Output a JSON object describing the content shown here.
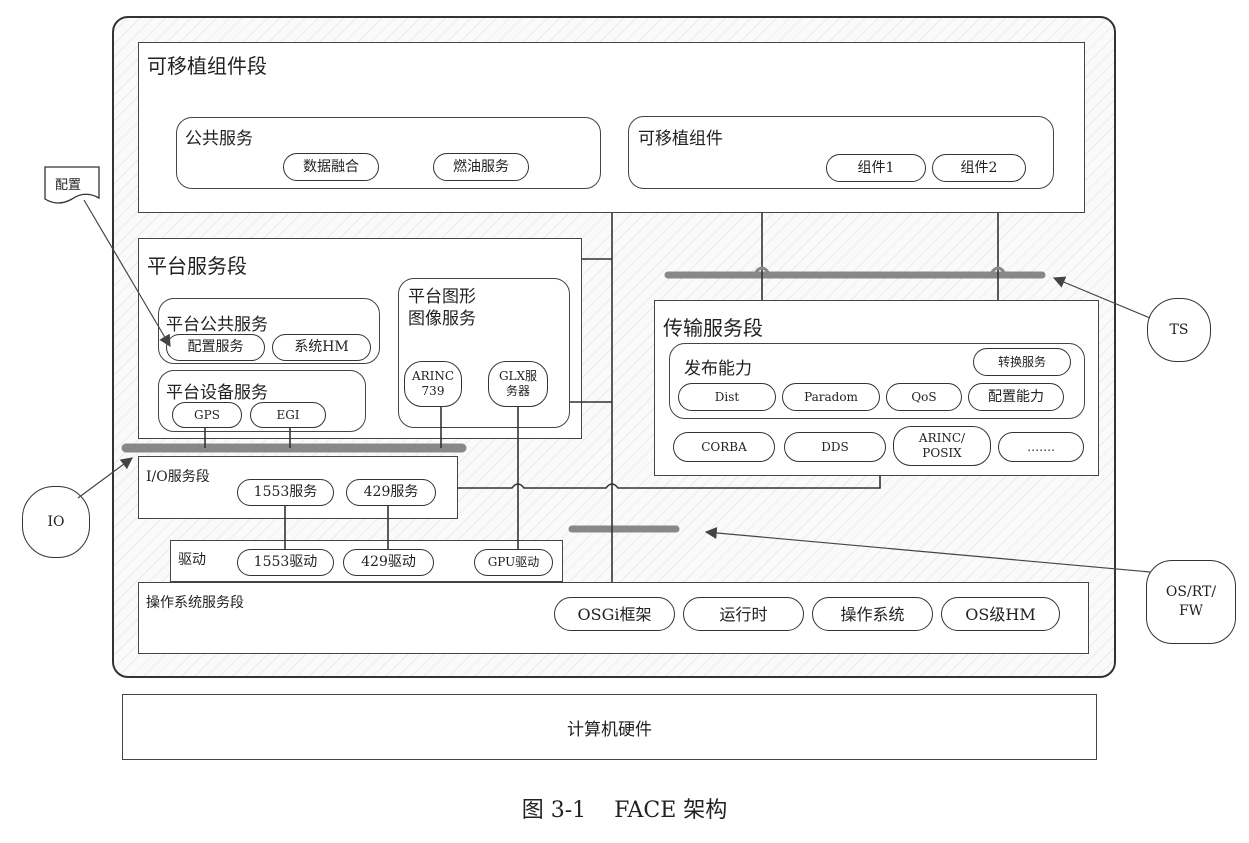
{
  "config_note": "配置",
  "portable": {
    "title": "可移植组件段",
    "public_services": {
      "title": "公共服务",
      "items": [
        "数据融合",
        "燃油服务"
      ]
    },
    "components": {
      "title": "可移植组件",
      "items": [
        "组件1",
        "组件2"
      ]
    }
  },
  "platform": {
    "title": "平台服务段",
    "common": {
      "title": "平台公共服务",
      "items": [
        "配置服务",
        "系统HM"
      ]
    },
    "device": {
      "title": "平台设备服务",
      "items": [
        "GPS",
        "EGI"
      ]
    },
    "graphics": {
      "title": "平台图形\n图像服务",
      "items": [
        "ARINC\n739",
        "GLX服\n务器"
      ]
    }
  },
  "transport": {
    "title": "传输服务段",
    "publish": {
      "title": "发布能力",
      "convert": "转换服务",
      "items": [
        "Dist",
        "Paradom",
        "QoS",
        "配置能力"
      ]
    },
    "bottom_items": [
      "CORBA",
      "DDS",
      "ARINC/\nPOSIX",
      "……."
    ]
  },
  "io": {
    "title": "I/O服务段",
    "items": [
      "1553服务",
      "429服务"
    ]
  },
  "driver": {
    "title": "驱动",
    "items": [
      "1553驱动",
      "429驱动",
      "GPU驱动"
    ]
  },
  "os": {
    "title": "操作系统服务段",
    "items": [
      "OSGi框架",
      "运行时",
      "操作系统",
      "OS级HM"
    ]
  },
  "hardware": {
    "label": "计算机硬件"
  },
  "external": {
    "ts": "TS",
    "io": "IO",
    "os_rt_fw": "OS/RT/\nFW"
  },
  "caption": "图 3-1    FACE 架构"
}
